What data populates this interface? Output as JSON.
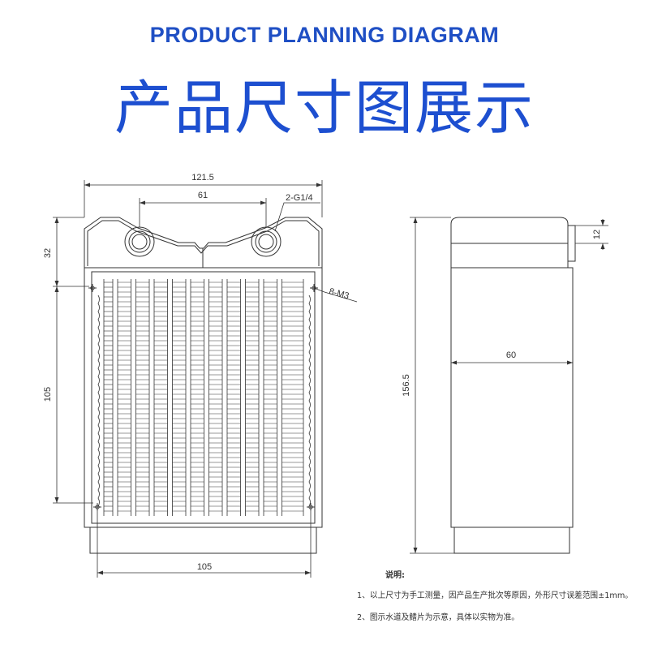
{
  "title_en": "PRODUCT PLANNING DIAGRAM",
  "title_cn": "产品尺寸图展示",
  "dimensions": {
    "overall_width": "121.5",
    "port_spacing": "61",
    "port_label": "2-G1/4",
    "top_height": "32",
    "mount_label": "8-M3",
    "mount_vertical": "105",
    "mount_horizontal": "105",
    "total_height": "156.5",
    "depth": "60",
    "side_offset": "12"
  },
  "notes": {
    "heading": "说明:",
    "line1": "1、以上尺寸为手工测量，因产品生产批次等原因，外形尺寸误差范围±1mm。",
    "line2": "2、图示水道及鳍片为示意，具体以实物为准。"
  },
  "colors": {
    "title": "#1f4fc4",
    "line": "#333333"
  }
}
